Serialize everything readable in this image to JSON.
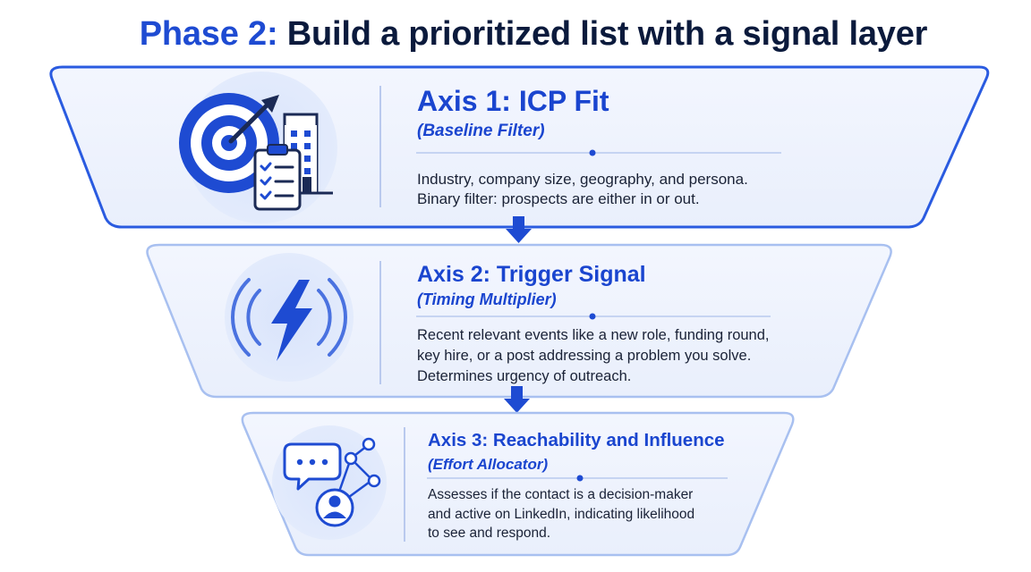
{
  "title": {
    "prefix": "Phase 2:",
    "rest": "Build a prioritized list with a signal layer"
  },
  "panels": [
    {
      "heading": "Axis 1: ICP Fit",
      "subheading": "(Baseline Filter)",
      "description": [
        "Industry, company size, geography, and persona.",
        "Binary filter: prospects are either in or out."
      ],
      "icon": "target-building-checklist-icon"
    },
    {
      "heading": "Axis 2: Trigger Signal",
      "subheading": "(Timing Multiplier)",
      "description": [
        "Recent relevant events like a new role, funding round,",
        "key hire, or a post addressing a problem you solve.",
        "Determines urgency of outreach."
      ],
      "icon": "lightning-bolt-icon"
    },
    {
      "heading": "Axis 3: Reachability and Influence",
      "subheading": "(Effort Allocator)",
      "description": [
        "Assesses if the contact is a decision-maker",
        "and active on LinkedIn, indicating likelihood",
        "to see and respond."
      ],
      "icon": "chat-network-person-icon"
    }
  ],
  "colors": {
    "accent": "#1e4bd2",
    "dark_text": "#0b1a3c",
    "panel_fill": "#eef3fd",
    "panel_stroke": "#2a5be0"
  }
}
